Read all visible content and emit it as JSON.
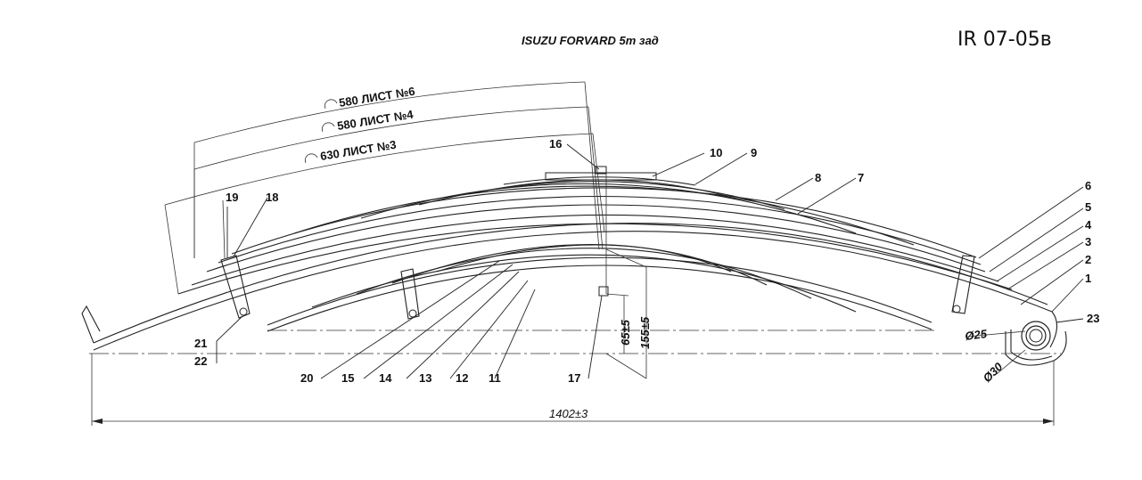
{
  "header": {
    "title": "ISUZU FORVARD 5т зад",
    "code": "IR 07-05в"
  },
  "dimensions": {
    "leaf6": "580 ЛИСТ №6",
    "leaf4": "580 ЛИСТ №4",
    "leaf3": "630 ЛИСТ №3",
    "height_small": "65±5",
    "height_large": "155±5",
    "eye_inner": "Ø25",
    "eye_outer": "Ø30",
    "total_length": "1402±3"
  },
  "callouts": {
    "n1": "1",
    "n2": "2",
    "n3": "3",
    "n4": "4",
    "n5": "5",
    "n6": "6",
    "n7": "7",
    "n8": "8",
    "n9": "9",
    "n10": "10",
    "n11": "11",
    "n12": "12",
    "n13": "13",
    "n14": "14",
    "n15": "15",
    "n16": "16",
    "n17": "17",
    "n18": "18",
    "n19": "19",
    "n20": "20",
    "n21": "21",
    "n22": "22",
    "n23": "23"
  }
}
